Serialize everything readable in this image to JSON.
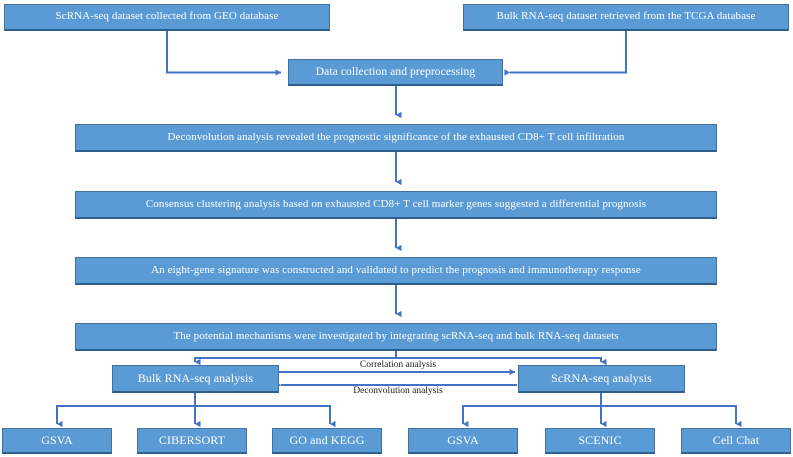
{
  "diagram": {
    "title": "Study workflow flowchart",
    "colors": {
      "node_fill": "#5B9BD5",
      "node_border": "#41719C",
      "node_shadow_border": "#2E5E8E",
      "connector": "#4472C4",
      "node_text": "#FFFFFF",
      "label_text": "#1A1A1A",
      "background": "#FFFFFF"
    },
    "nodes": {
      "scrna_source": "ScRNA-seq dataset collected from GEO database",
      "bulk_source": "Bulk RNA-seq dataset retrieved from the TCGA database",
      "data_collection": "Data collection and preprocessing",
      "deconvolution": "Deconvolution analysis revealed the prognostic significance of the exhausted CD8+ T cell infiltration",
      "consensus": "Consensus clustering analysis based on exhausted CD8+ T cell marker genes suggested a differential prognosis",
      "signature": "An eight-gene signature was constructed and validated to predict the prognosis and immunotherapy response",
      "mechanisms": "The potential mechanisms were investigated by integrating scRNA-seq and bulk RNA-seq datasets",
      "bulk_analysis": "Bulk RNA-seq analysis",
      "scrna_analysis": "ScRNA-seq analysis",
      "bulk_tool_1": "GSVA",
      "bulk_tool_2": "CIBERSORT",
      "bulk_tool_3": "GO and KEGG",
      "scrna_tool_1": "GSVA",
      "scrna_tool_2": "SCENIC",
      "scrna_tool_3": "Cell Chat"
    },
    "edge_labels": {
      "correlation": "Correlation analysis",
      "deconvolution": "Deconvolution analysis"
    }
  }
}
